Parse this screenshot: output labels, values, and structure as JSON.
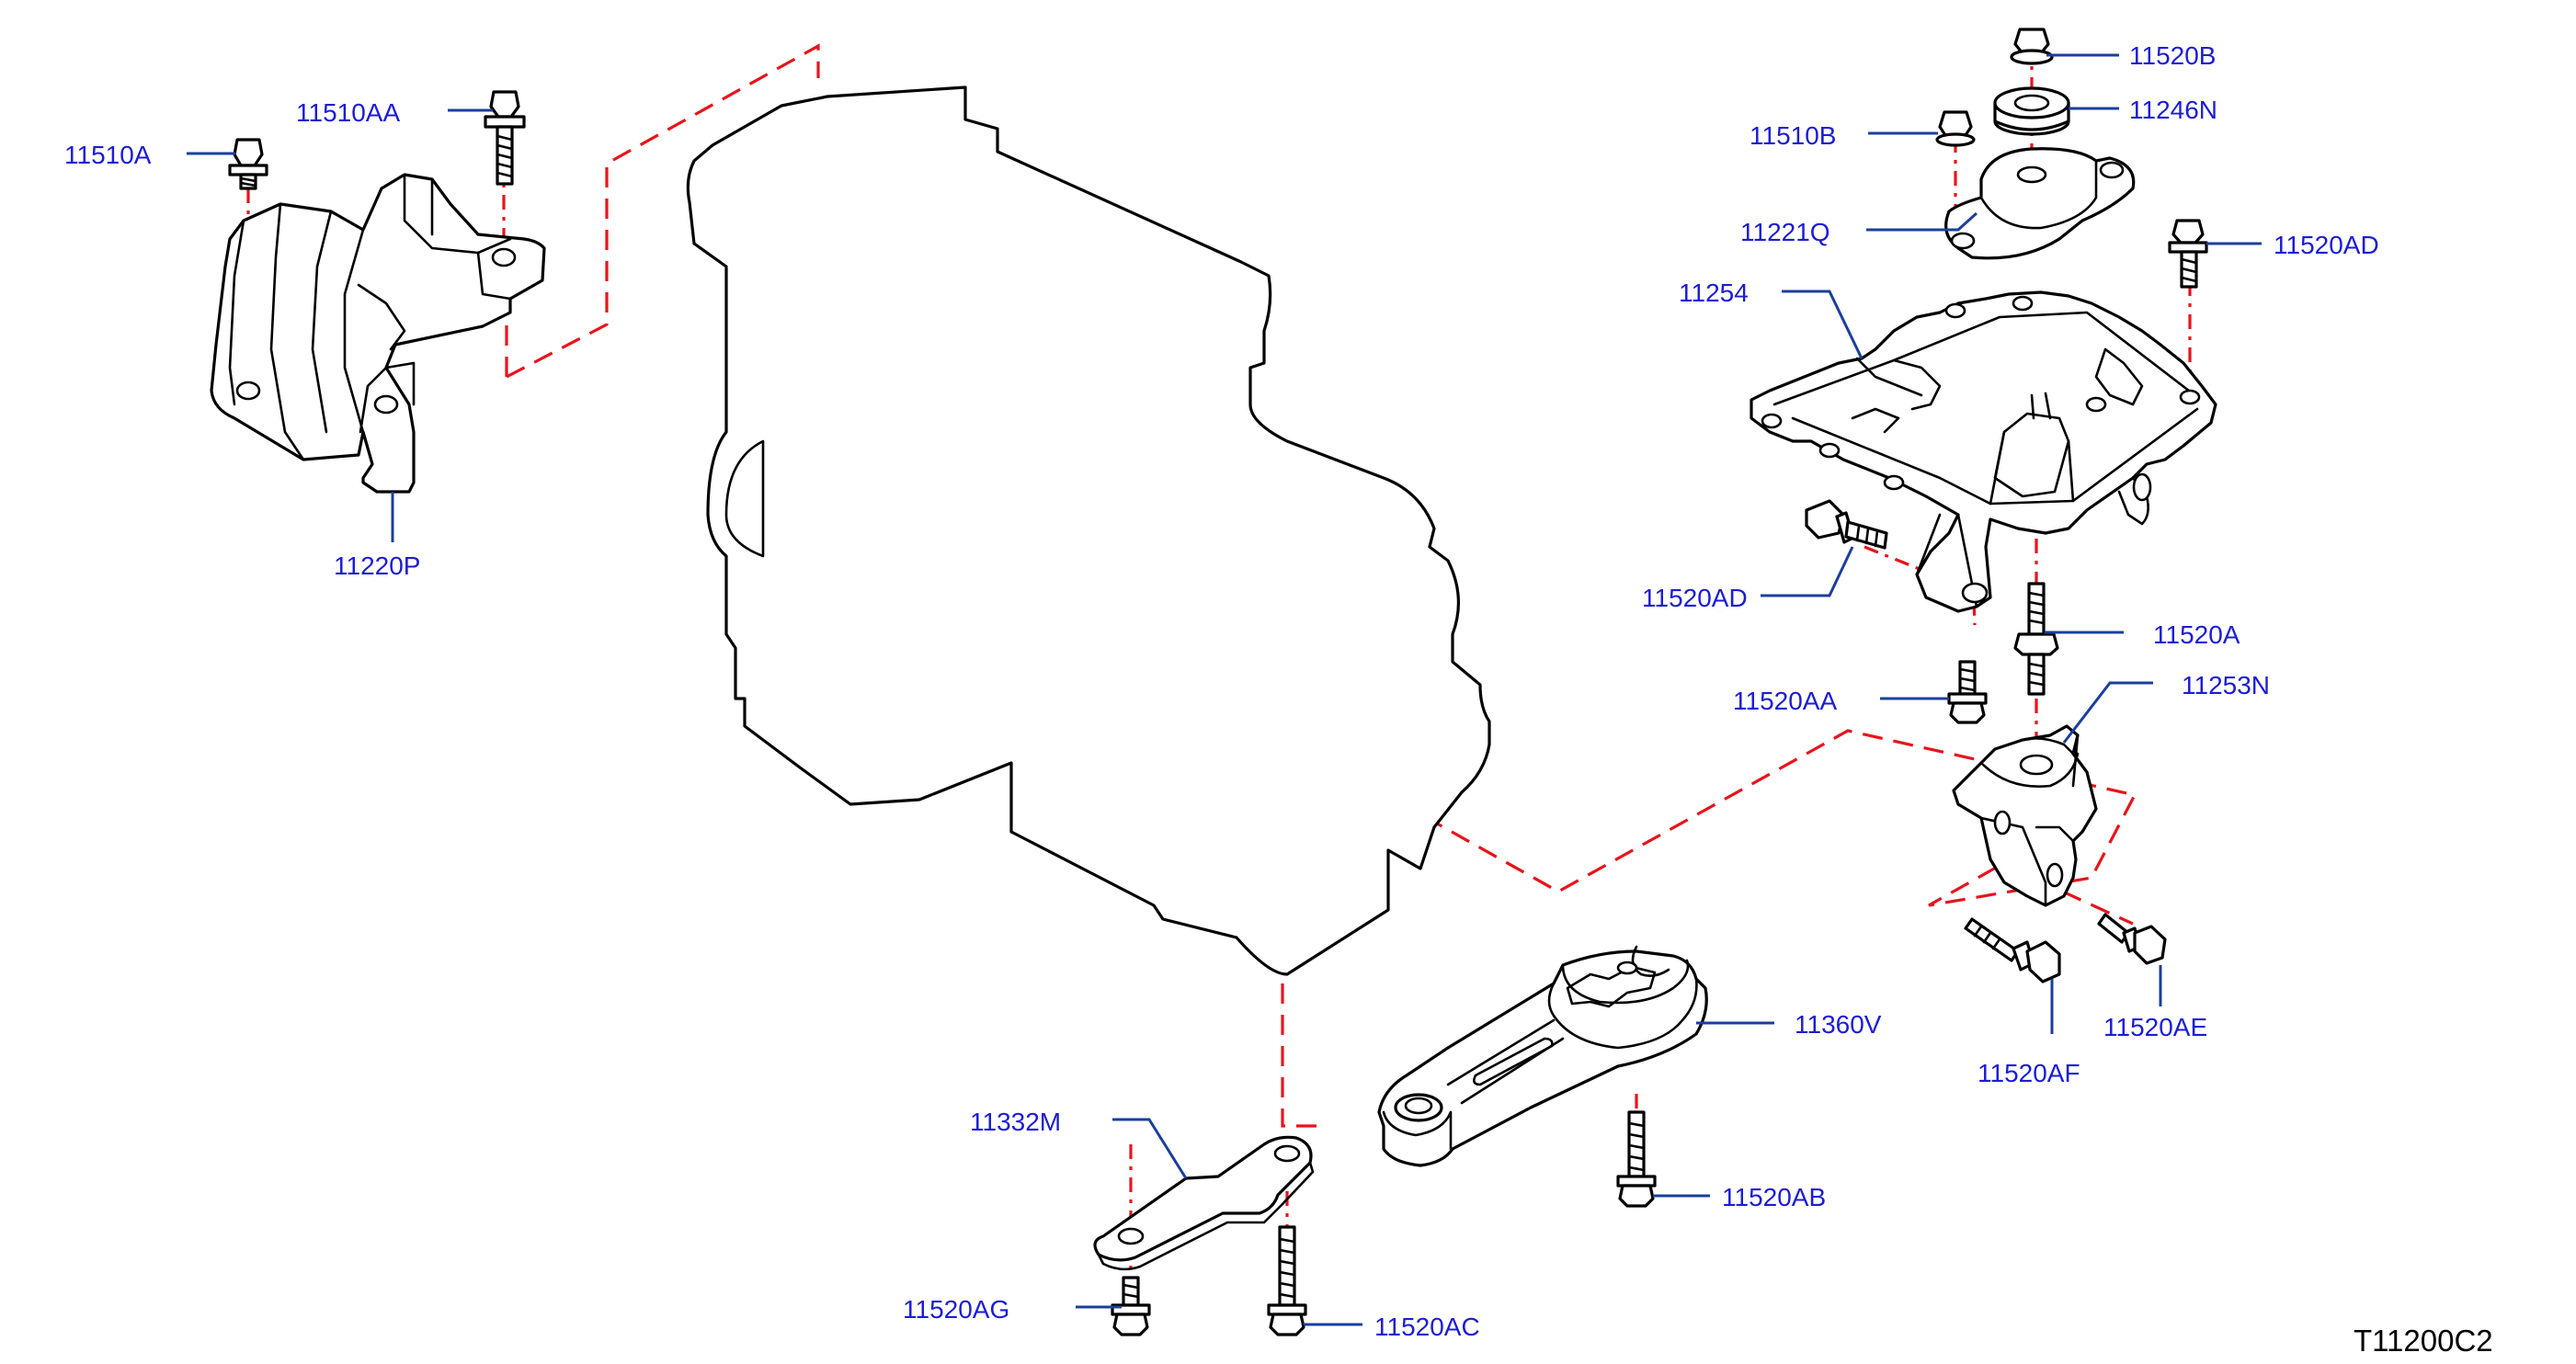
{
  "labels": {
    "p11510A": "11510A",
    "p11510AA": "11510AA",
    "p11220P": "11220P",
    "p11520B": "11520B",
    "p11246N": "11246N",
    "p11510B": "11510B",
    "p11221Q": "11221Q",
    "p11520AD_top": "11520AD",
    "p11254": "11254",
    "p11520AD_left": "11520AD",
    "p11520A": "11520A",
    "p11520AA": "11520AA",
    "p11253N": "11253N",
    "p11520AE": "11520AE",
    "p11520AF": "11520AF",
    "p11360V": "11360V",
    "p11520AB": "11520AB",
    "p11332M": "11332M",
    "p11520AG": "11520AG",
    "p11520AC": "11520AC"
  },
  "diagram_code": "T11200C2",
  "colors": {
    "label_text": "#1c1cd6",
    "leader_line": "#1a3f9c",
    "center_line": "#e8141b",
    "outline": "#000000"
  }
}
